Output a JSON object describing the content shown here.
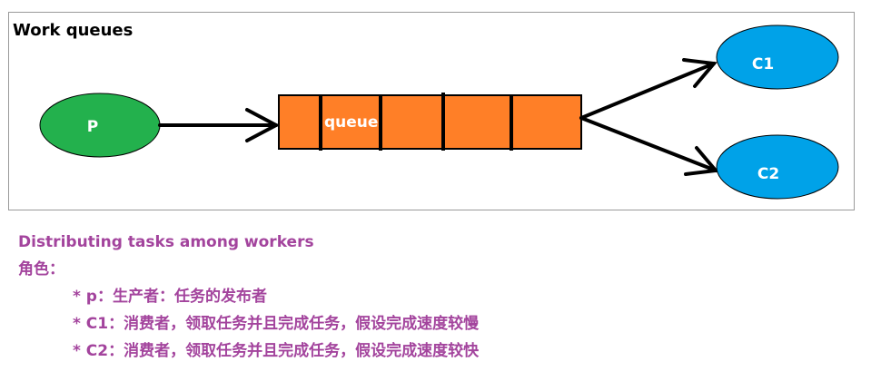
{
  "diagram": {
    "title": "Work queues",
    "producer": {
      "label": "P",
      "color": "#23b14d"
    },
    "queue": {
      "label": "queue",
      "color": "#ff7f27"
    },
    "consumers": [
      {
        "label": "C1",
        "color": "#00a2e8"
      },
      {
        "label": "C2",
        "color": "#00a2e8"
      }
    ]
  },
  "description": {
    "heading": "Distributing tasks among workers",
    "roles_label": "角色：",
    "items": [
      "* p：生产者：任务的发布者",
      "* C1：消费者，领取任务并且完成任务，假设完成速度较慢",
      "* C2：消费者，领取任务并且完成任务，假设完成速度较快"
    ],
    "text_color": "#a3449d"
  }
}
